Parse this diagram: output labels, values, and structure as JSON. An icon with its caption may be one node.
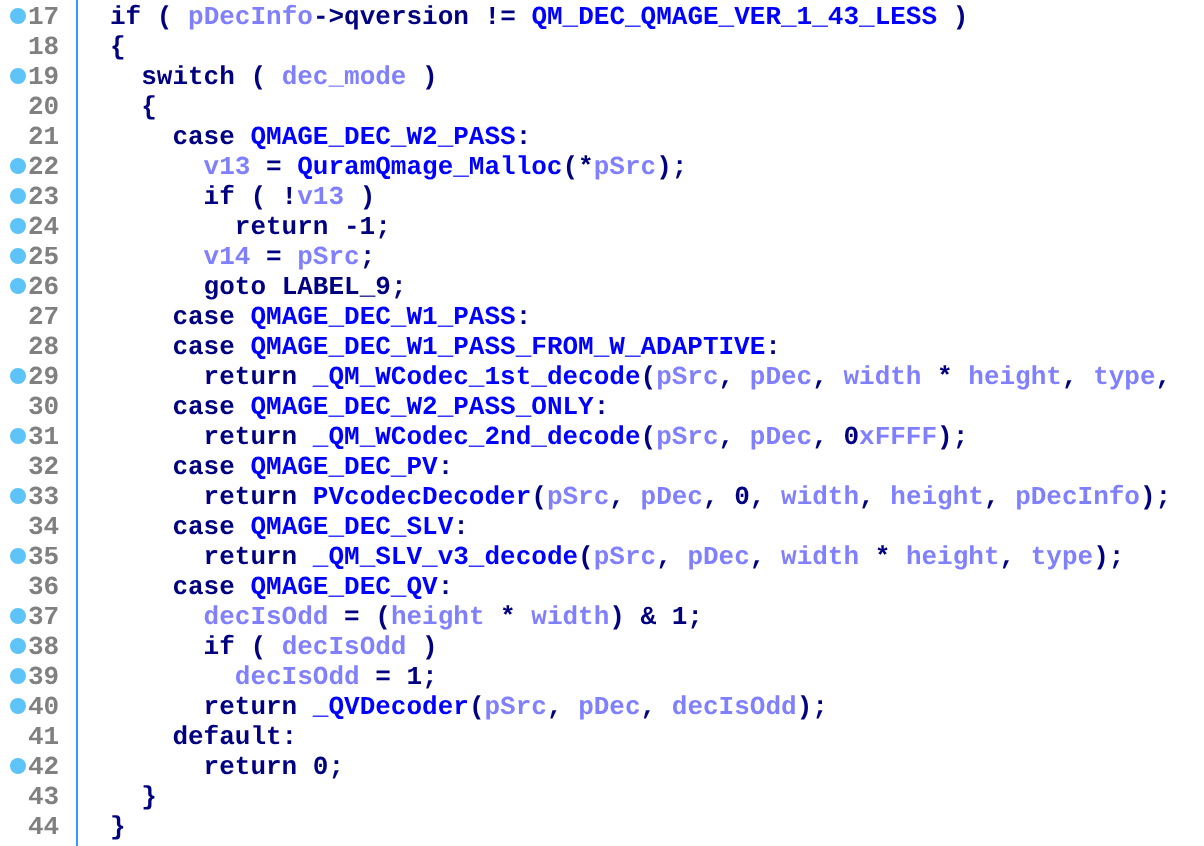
{
  "diagram": {
    "labels": [
      "17",
      "if ( pDecInfo->qversion != QM_DEC_QMAGE_VER_1_43_LESS )",
      "18",
      "{",
      "19",
      "switch ( dec_mode )",
      "20",
      "{",
      "21",
      "case QMAGE_DEC_W2_PASS:",
      "22",
      "v13 = QuramQmage_Malloc(*pSrc);",
      "23",
      "if ( !v13 )",
      "24",
      "return -1;",
      "25",
      "v14 = pSrc;",
      "26",
      "goto LABEL_9;",
      "27",
      "case QMAGE_DEC_W1_PASS:",
      "28",
      "case QMAGE_DEC_W1_PASS_FROM_W_ADAPTIVE:",
      "29",
      "return _QM_WCodec_1st_decode(pSrc, pDec, width * height, type,",
      "30",
      "case QMAGE_DEC_W2_PASS_ONLY:",
      "31",
      "return _QM_WCodec_2nd_decode(pSrc, pDec, 0xFFFF);",
      "32",
      "case QMAGE_DEC_PV:",
      "33",
      "return PVcodecDecoder(pSrc, pDec, 0, width, height, pDecInfo);",
      "34",
      "case QMAGE_DEC_SLV:",
      "35",
      "return _QM_SLV_v3_decode(pSrc, pDec, width * height, type);",
      "36",
      "case QMAGE_DEC_QV:",
      "37",
      "decIsOdd = (height * width) & 1;",
      "38",
      "if ( decIsOdd )",
      "39",
      "decIsOdd = 1;",
      "40",
      "return _QVDecoder(pSrc, pDec, decIsOdd);",
      "41",
      "default:",
      "42",
      "return 0;",
      "43",
      "}",
      "44",
      "}"
    ]
  }
}
